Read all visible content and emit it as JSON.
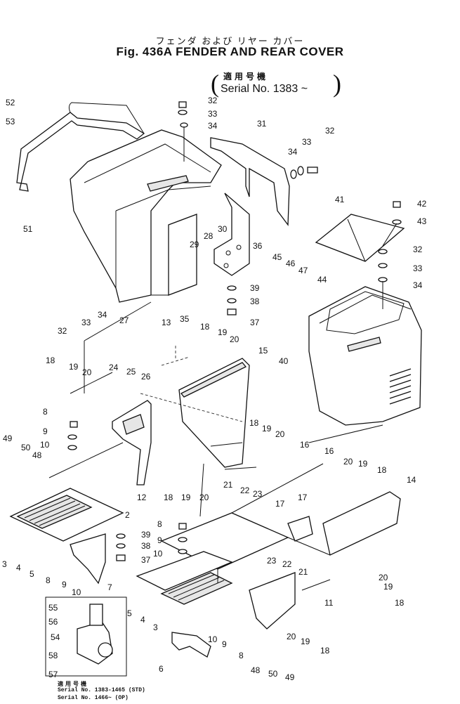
{
  "title": {
    "japanese": "フェンダ および リヤー カバー",
    "english": "Fig. 436A FENDER AND REAR COVER"
  },
  "applicability": {
    "japanese": "適用号機",
    "serial": "Serial No. 1383 ~"
  },
  "inset_note": {
    "header": "適用号機",
    "lines": [
      "Serial No. 1383-1465 (STD)",
      "Serial No. 1466~     (OP)"
    ]
  },
  "callouts": [
    "52",
    "53",
    "51",
    "32",
    "33",
    "34",
    "31",
    "33",
    "34",
    "32",
    "28",
    "29",
    "30",
    "36",
    "41",
    "42",
    "43",
    "32",
    "33",
    "34",
    "45",
    "46",
    "47",
    "44",
    "39",
    "38",
    "37",
    "32",
    "33",
    "34",
    "27",
    "35",
    "40",
    "13",
    "18",
    "19",
    "20",
    "24",
    "25",
    "26",
    "15",
    "18",
    "19",
    "20",
    "8",
    "9",
    "10",
    "18",
    "19",
    "20",
    "16",
    "49",
    "50",
    "48",
    "12",
    "18",
    "19",
    "20",
    "21",
    "22",
    "23",
    "17",
    "16",
    "20",
    "19",
    "18",
    "14",
    "2",
    "8",
    "9",
    "10",
    "39",
    "38",
    "37",
    "3",
    "4",
    "5",
    "8",
    "9",
    "10",
    "7",
    "17",
    "23",
    "22",
    "21",
    "20",
    "19",
    "18",
    "55",
    "56",
    "54",
    "58",
    "57",
    "5",
    "4",
    "3",
    "11",
    "20",
    "19",
    "18",
    "6",
    "10",
    "9",
    "8",
    "48",
    "50",
    "49"
  ]
}
